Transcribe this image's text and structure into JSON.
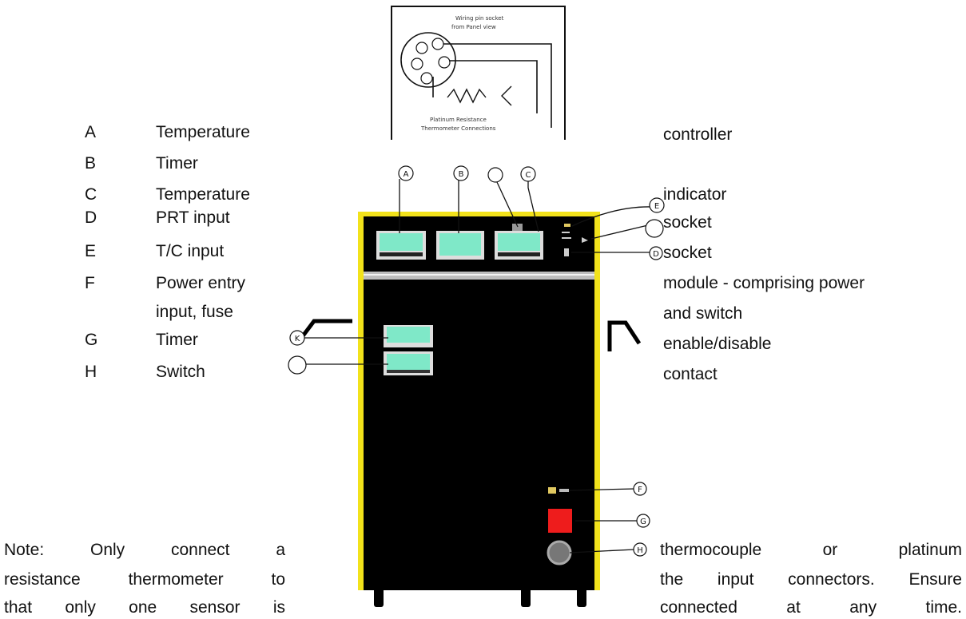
{
  "legend": [
    {
      "letter": "A",
      "label": "Temperature",
      "continuation": "controller"
    },
    {
      "letter": "B",
      "label": "Timer",
      "continuation": ""
    },
    {
      "letter": "C",
      "label": "Temperature",
      "continuation": "indicator"
    },
    {
      "letter": "D",
      "label": "PRT input",
      "continuation": "socket"
    },
    {
      "letter": "E",
      "label": "T/C input",
      "continuation": "socket"
    },
    {
      "letter": "F",
      "label": "Power entry",
      "continuation": "module - comprising power"
    },
    {
      "letter": "",
      "label": "input, fuse",
      "continuation": "and switch"
    },
    {
      "letter": "G",
      "label": "Timer",
      "continuation": "enable/disable"
    },
    {
      "letter": "H",
      "label": "Switch",
      "continuation": "contact"
    }
  ],
  "note_left": [
    "Note: Only connect a",
    "resistance thermometer to",
    "that only one sensor is"
  ],
  "note_right": [
    "thermocouple or platinum",
    "the input connectors. Ensure",
    "connected at any time."
  ],
  "inset": {
    "top_lines": [
      "Wiring pin socket",
      "from Panel view"
    ],
    "bottom_lines": [
      "Platinum Resistance",
      "Thermometer Connections"
    ]
  },
  "callouts": {
    "a": "A",
    "b": "B",
    "c": "C",
    "d": "D",
    "e": "E",
    "f": "F",
    "g": "G",
    "h": "H",
    "k": "K"
  },
  "colors": {
    "cabinet": "#000000",
    "frame": "#f2e21b",
    "display": "#7fe8c8",
    "red_button": "#ee1c1c",
    "fuse_label": "#e0c860"
  }
}
